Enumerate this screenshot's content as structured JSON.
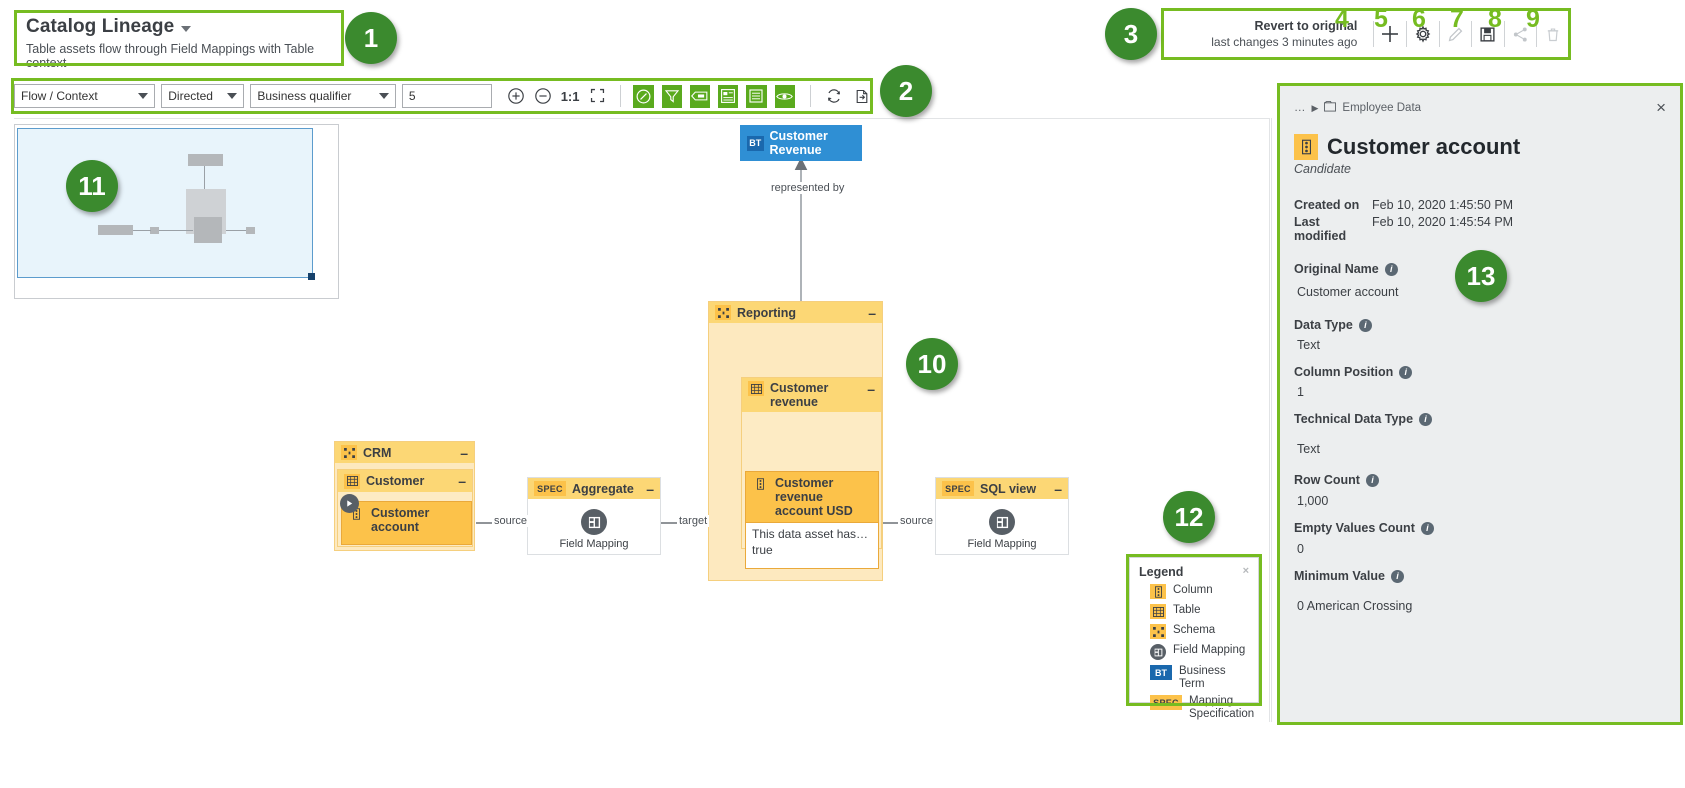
{
  "header": {
    "title": "Catalog Lineage",
    "subtitle": "Table assets flow through Field Mappings with Table context",
    "dropdown_icon": "caret-down-icon"
  },
  "revert": {
    "title": "Revert to original",
    "subtitle": "last changes 3 minutes ago",
    "actions": [
      {
        "name": "add-icon",
        "label": "Add"
      },
      {
        "name": "settings-gear-icon",
        "label": "Settings"
      },
      {
        "name": "edit-pencil-icon",
        "label": "Edit"
      },
      {
        "name": "save-floppy-icon",
        "label": "Save"
      },
      {
        "name": "share-icon",
        "label": "Share"
      },
      {
        "name": "delete-trash-icon",
        "label": "Delete"
      }
    ]
  },
  "toolbar": {
    "scope_select": {
      "value": "Flow / Context",
      "options": [
        "Flow / Context"
      ]
    },
    "direction_select": {
      "value": "Directed",
      "options": [
        "Directed"
      ]
    },
    "qualifier_select": {
      "value": "Business qualifier",
      "options": [
        "Business qualifier"
      ]
    },
    "depth_value": "5",
    "zoom_in": "zoom-in-icon",
    "zoom_out": "zoom-out-icon",
    "zoom_reset": "1:1",
    "fit_screen": "fit-to-screen-icon",
    "toggles": [
      {
        "name": "compass-icon",
        "active": true
      },
      {
        "name": "filter-funnel-icon",
        "active": true
      },
      {
        "name": "label-tag-icon",
        "active": true
      },
      {
        "name": "layout-icon",
        "active": true
      },
      {
        "name": "list-view-icon",
        "active": true
      },
      {
        "name": "eye-visibility-icon",
        "active": true
      }
    ],
    "refresh": "refresh-icon",
    "export": "export-icon",
    "search": "search-icon",
    "popout": "open-in-new-window-icon"
  },
  "graph": {
    "nodes": {
      "business_term": {
        "badge": "BT",
        "label": "Customer Revenue"
      },
      "edge_represented_by": "represented by",
      "crm_group": {
        "label": "CRM",
        "icon": "schema-icon"
      },
      "crm_table": {
        "label": "Customer",
        "icon": "table-icon"
      },
      "crm_column": {
        "label": "Customer account",
        "icon": "column-icon"
      },
      "aggregate": {
        "badge": "SPEC",
        "label": "Aggregate",
        "mapping_label": "Field Mapping"
      },
      "reporting_group": {
        "label": "Reporting",
        "icon": "schema-icon"
      },
      "reporting_table": {
        "label": "Customer revenue",
        "icon": "table-icon"
      },
      "reporting_column": {
        "label": "Customer revenue account USD",
        "icon": "column-icon",
        "body_line1": "This data asset has…",
        "body_line2": "true"
      },
      "sql_view": {
        "badge": "SPEC",
        "label": "SQL view",
        "mapping_label": "Field Mapping"
      }
    },
    "edge_labels": {
      "source1": "source",
      "target1": "target",
      "source2": "source"
    }
  },
  "legend": {
    "title": "Legend",
    "close": "×",
    "items": [
      {
        "icon": "column-icon",
        "label": "Column",
        "badge": ""
      },
      {
        "icon": "table-icon",
        "label": "Table",
        "badge": ""
      },
      {
        "icon": "schema-icon",
        "label": "Schema",
        "badge": ""
      },
      {
        "icon": "field-mapping-icon",
        "label": "Field Mapping",
        "badge": ""
      },
      {
        "icon": "business-term-icon",
        "label": "Business Term",
        "badge": "BT"
      },
      {
        "icon": "mapping-specification-icon",
        "label": "Mapping Specification",
        "badge": "SPEC"
      }
    ]
  },
  "panel": {
    "breadcrumb_ellipsis": "…",
    "breadcrumb_caret": "▶",
    "breadcrumb_item": "Employee Data",
    "close": "×",
    "title": "Customer account",
    "state": "Candidate",
    "created_on_label": "Created on",
    "created_on_value": "Feb 10, 2020 1:45:50 PM",
    "last_modified_label": "Last modified",
    "last_modified_value": "Feb 10, 2020 1:45:54 PM",
    "fields": [
      {
        "label": "Original Name",
        "value": "Customer account"
      },
      {
        "label": "Data Type",
        "value": "Text"
      },
      {
        "label": "Column Position",
        "value": "1"
      },
      {
        "label": "Technical Data Type",
        "value": "Text"
      },
      {
        "label": "Row Count",
        "value": "1,000"
      },
      {
        "label": "Empty Values Count",
        "value": "0"
      },
      {
        "label": "Minimum Value",
        "value": "0 American Crossing"
      }
    ]
  },
  "callouts": {
    "c1": "1",
    "c2": "2",
    "c3": "3",
    "c4": "4",
    "c5": "5",
    "c6": "6",
    "c7": "7",
    "c8": "8",
    "c9": "9",
    "c10": "10",
    "c11": "11",
    "c12": "12",
    "c13": "13"
  },
  "colors": {
    "accent_green": "#76bc21",
    "badge_green": "#3b8a2e",
    "node_amber": "#fcc24a",
    "node_amber_light": "#fde9bf",
    "business_blue": "#2f8fd4"
  }
}
